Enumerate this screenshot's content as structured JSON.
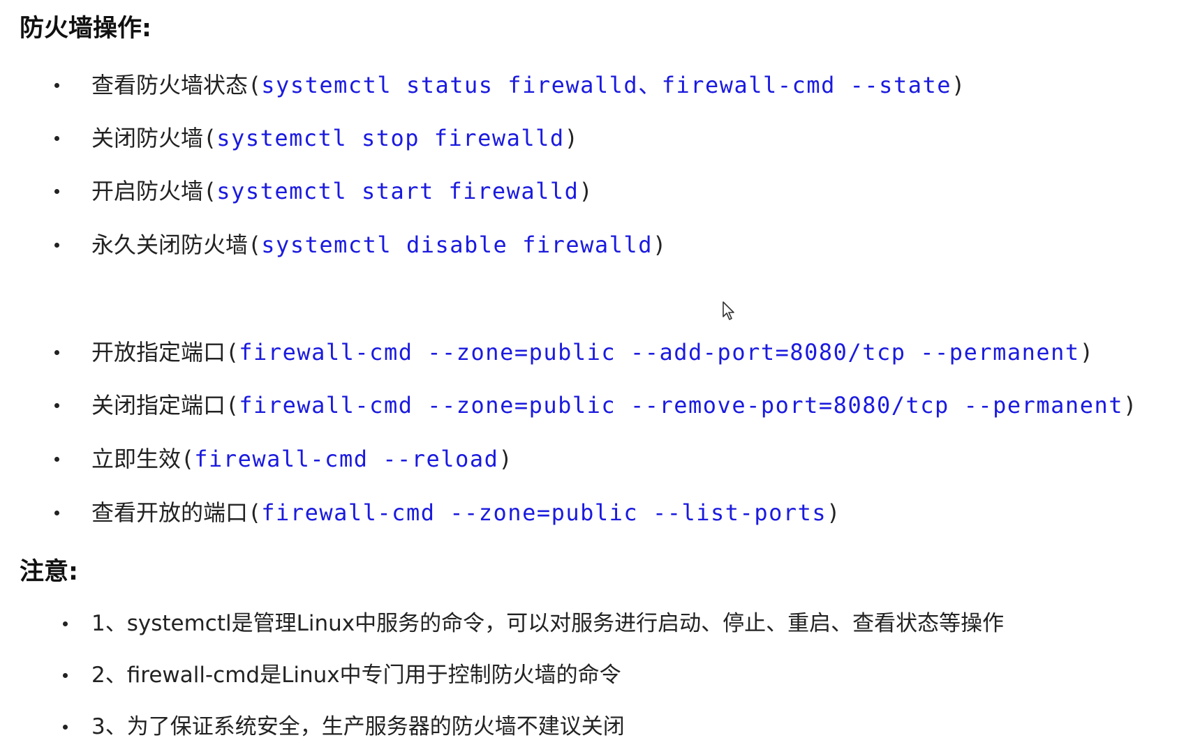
{
  "firewall_section": {
    "heading": "防火墙操作:",
    "items": [
      {
        "label": "查看防火墙状态",
        "command": "systemctl status firewalld、firewall-cmd --state"
      },
      {
        "label": "关闭防火墙",
        "command": "systemctl stop firewalld"
      },
      {
        "label": "开启防火墙",
        "command": "systemctl start firewalld"
      },
      {
        "label": "永久关闭防火墙",
        "command": "systemctl disable firewalld"
      },
      {
        "label": "开放指定端口",
        "command": "firewall-cmd --zone=public --add-port=8080/tcp --permanent"
      },
      {
        "label": "关闭指定端口",
        "command": "firewall-cmd --zone=public --remove-port=8080/tcp --permanent"
      },
      {
        "label": "立即生效",
        "command": "firewall-cmd --reload"
      },
      {
        "label": "查看开放的端口",
        "command": "firewall-cmd --zone=public --list-ports"
      }
    ]
  },
  "notes_section": {
    "heading": "注意:",
    "items": [
      "1、systemctl是管理Linux中服务的命令，可以对服务进行启动、停止、重启、查看状态等操作",
      "2、firewall-cmd是Linux中专门用于控制防火墙的命令",
      "3、为了保证系统安全，生产服务器的防火墙不建议关闭"
    ]
  },
  "punctuation": {
    "open_paren": "(",
    "close_paren": ")"
  },
  "colors": {
    "command_text": "#1a1adf",
    "body_text": "#222222"
  },
  "icons": {
    "cursor": "mouse-pointer-icon",
    "bullet": "bullet-dot-icon"
  }
}
